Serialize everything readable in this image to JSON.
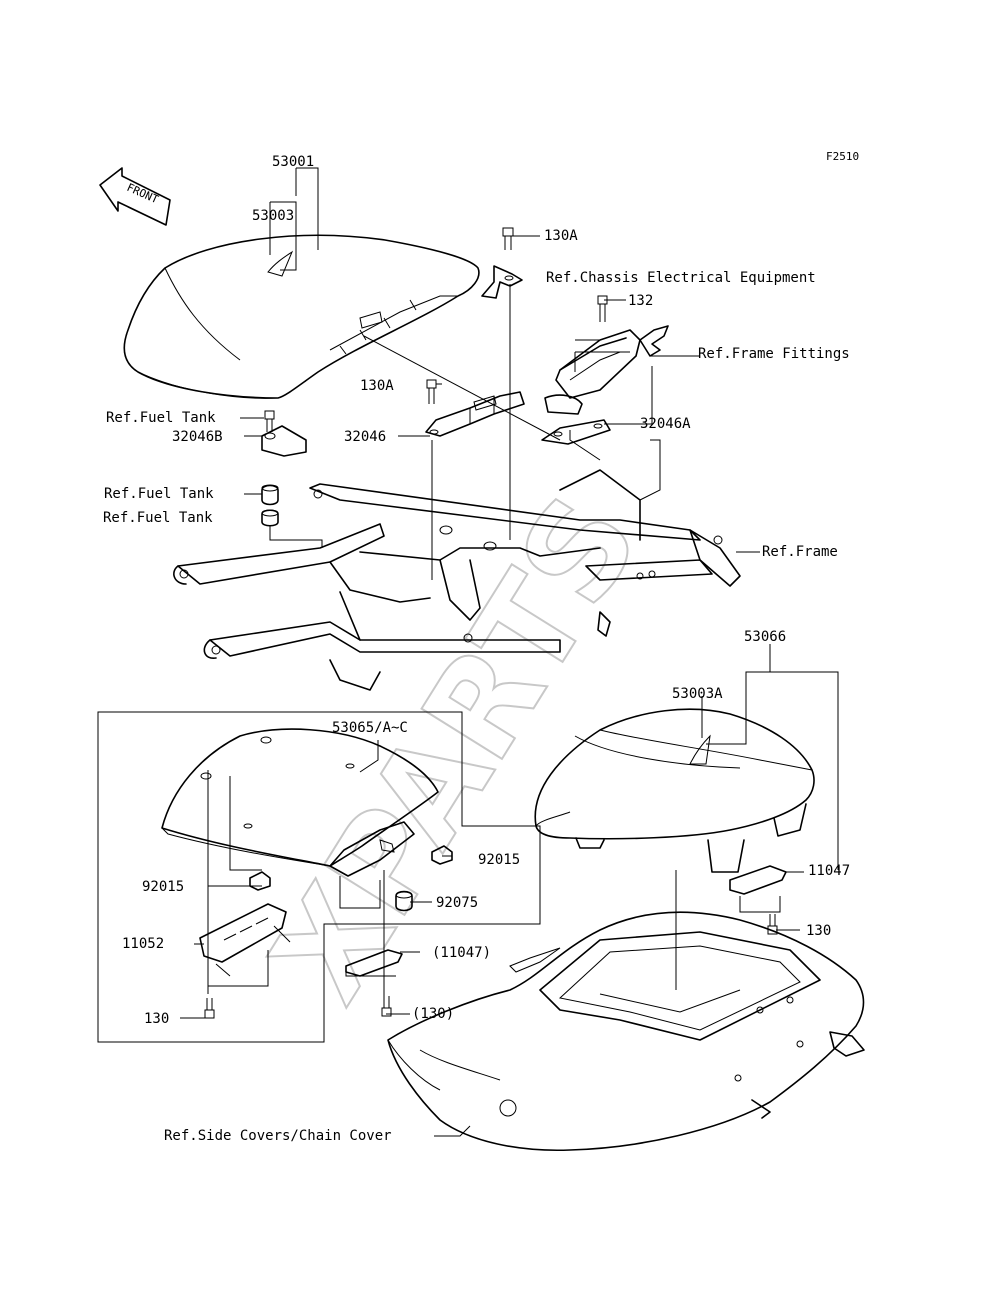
{
  "diagram_code": "F2510",
  "front_arrow": "FRONT",
  "watermark": "XPARTS",
  "labels": {
    "l53001": "53001",
    "l53003": "53003",
    "l130A_top": "130A",
    "ref_chassis": "Ref.Chassis Electrical Equipment",
    "l132": "132",
    "ref_frame_fittings": "Ref.Frame Fittings",
    "l130A_mid": "130A",
    "ref_fuel_tank_1": "Ref.Fuel Tank",
    "l32046": "32046",
    "l32046A": "32046A",
    "l32046B": "32046B",
    "ref_fuel_tank_2": "Ref.Fuel Tank",
    "ref_fuel_tank_3": "Ref.Fuel Tank",
    "ref_frame": "Ref.Frame",
    "l53066": "53066",
    "l53003A": "53003A",
    "l53065": "53065/A~C",
    "l92015_right": "92015",
    "l92015_left": "92015",
    "l92075": "92075",
    "l11047_right": "11047",
    "l11052": "11052",
    "l11047_paren": "(11047)",
    "l130_right": "130",
    "l130_paren": "(130)",
    "l130_left": "130",
    "ref_side_covers": "Ref.Side Covers/Chain Cover"
  }
}
